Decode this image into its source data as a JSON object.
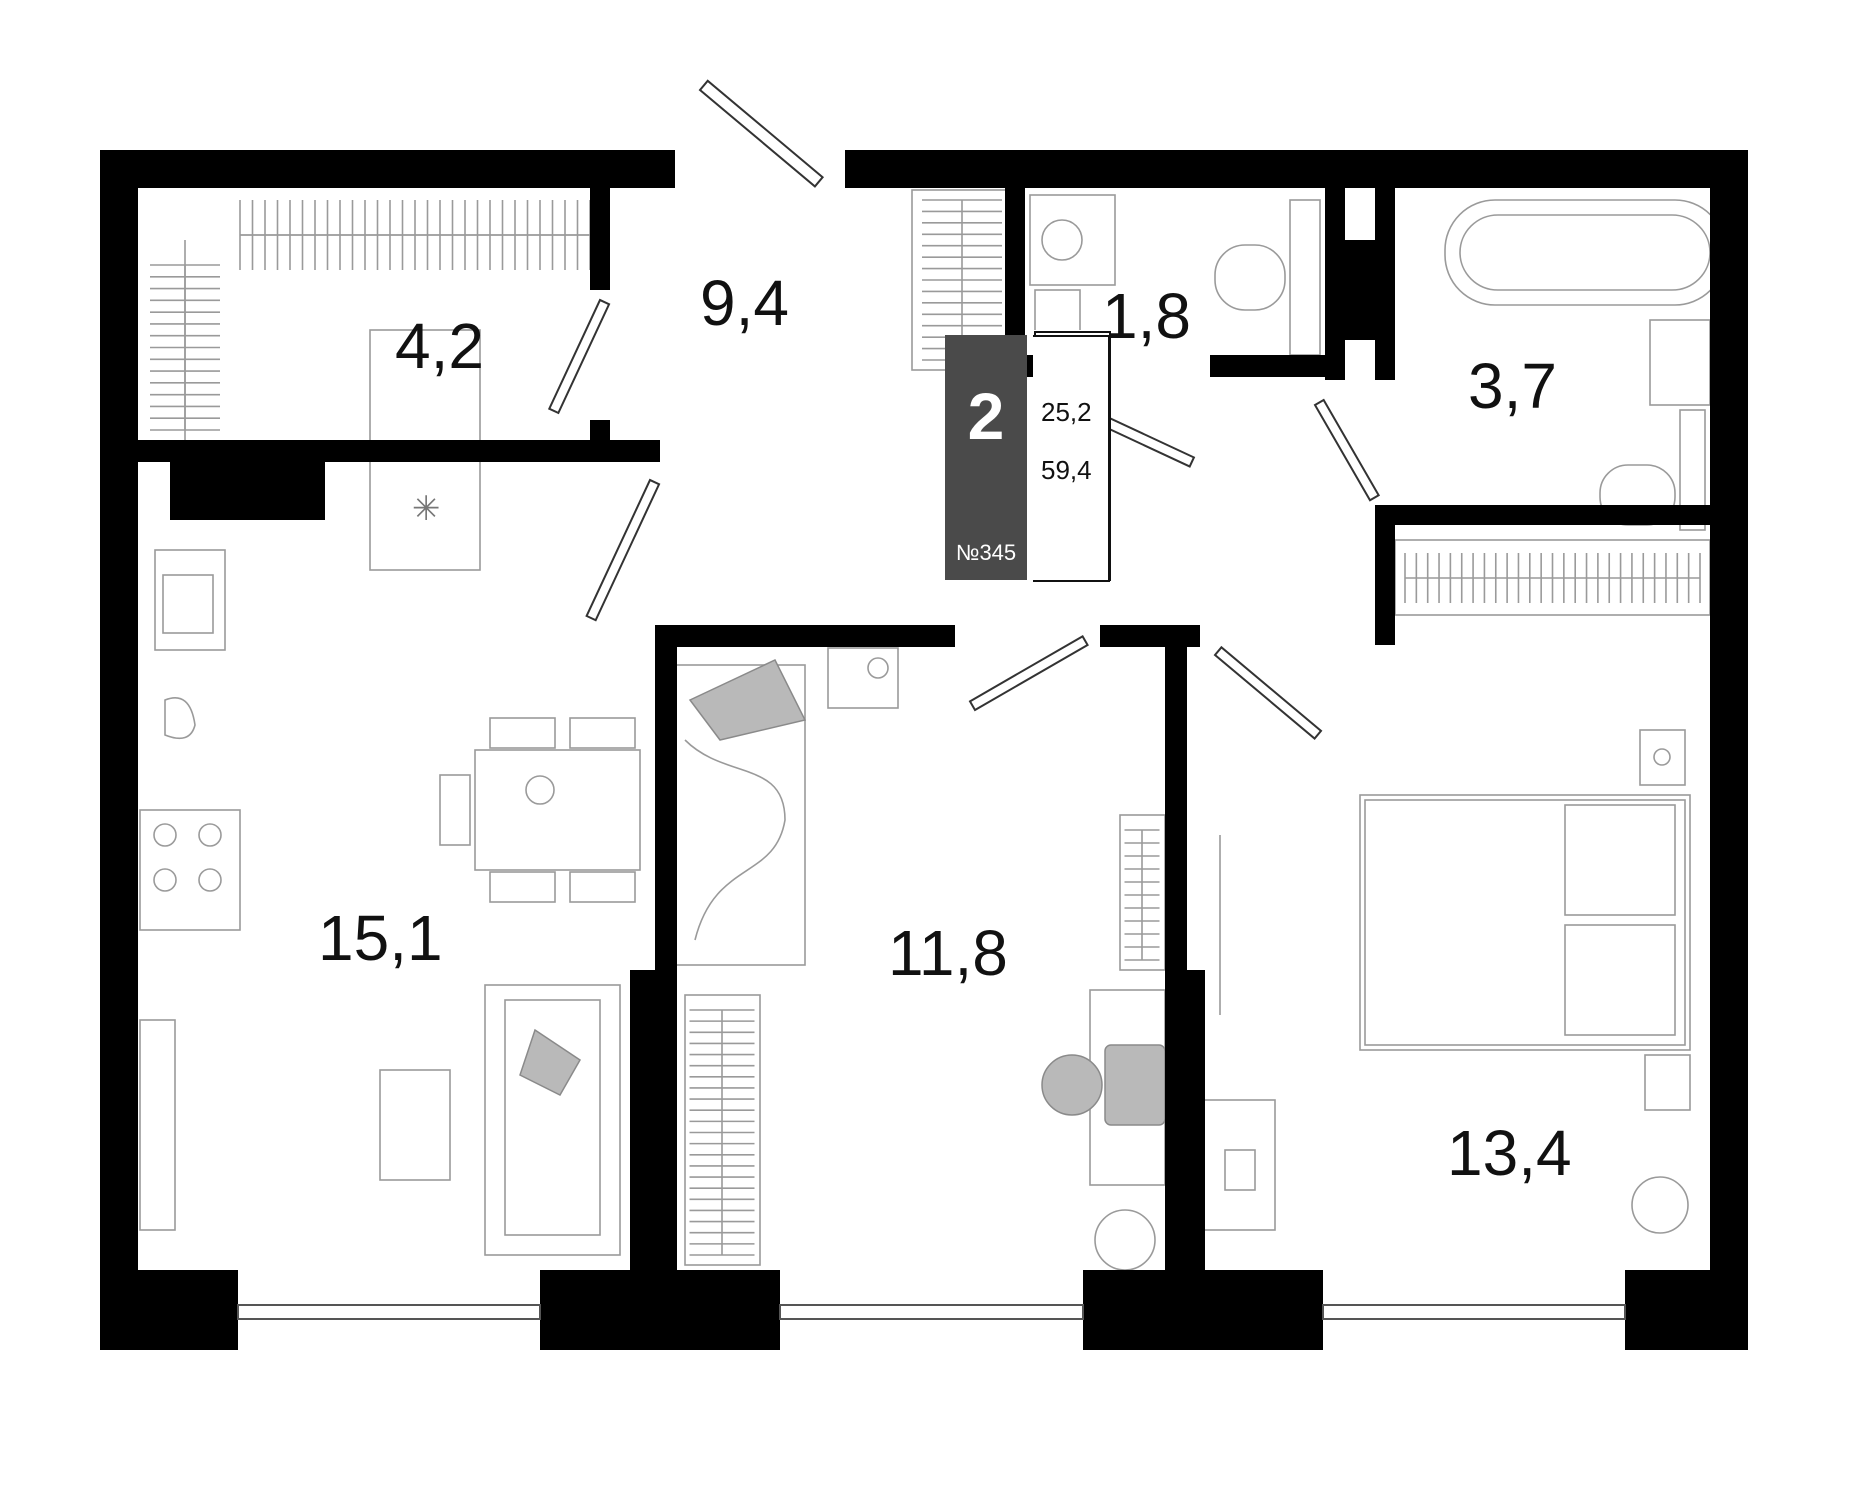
{
  "rooms": [
    {
      "id": "wardrobe",
      "area": "4,2"
    },
    {
      "id": "hall",
      "area": "9,4"
    },
    {
      "id": "wc",
      "area": "1,8"
    },
    {
      "id": "bathroom",
      "area": "3,7"
    },
    {
      "id": "kitchen-living",
      "area": "15,1"
    },
    {
      "id": "kids-room",
      "area": "11,8"
    },
    {
      "id": "bedroom",
      "area": "13,4"
    }
  ],
  "badge": {
    "rooms_count": "2",
    "apartment_number": "№345",
    "living_area": "25,2",
    "total_area": "59,4"
  },
  "colors": {
    "wall": "#000000",
    "badge": "#4a4a4a",
    "furniture_fill": "#b9b9b9",
    "furniture_line": "#9a9a9a"
  }
}
